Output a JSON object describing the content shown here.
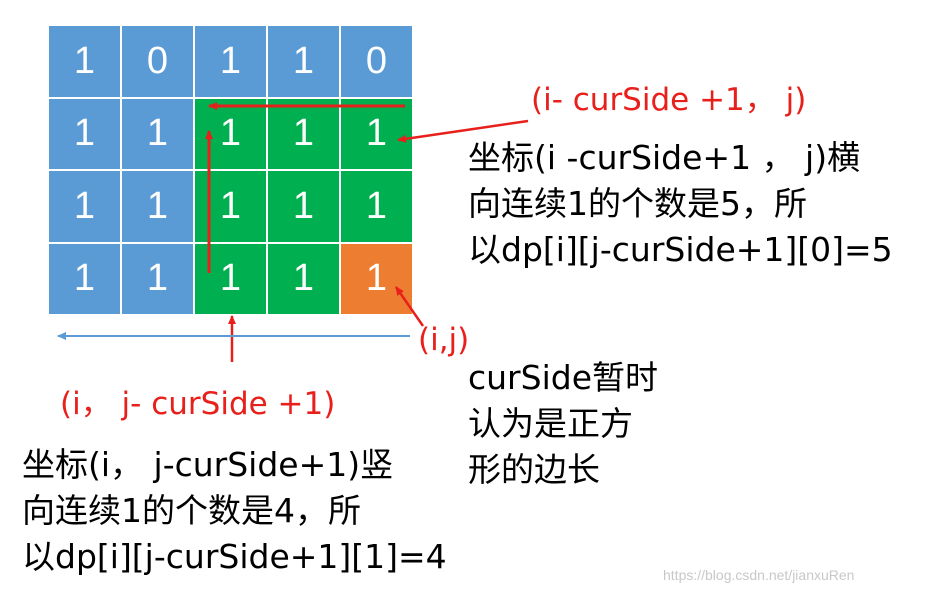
{
  "colors": {
    "blue": "#5b9bd5",
    "green": "#00b050",
    "orange": "#ed7d31",
    "red_arrow": "#e8201c",
    "blue_arrow": "#5b9bd5"
  },
  "grid": {
    "values": [
      [
        "1",
        "0",
        "1",
        "1",
        "0"
      ],
      [
        "1",
        "1",
        "1",
        "1",
        "1"
      ],
      [
        "1",
        "1",
        "1",
        "1",
        "1"
      ],
      [
        "1",
        "1",
        "1",
        "1",
        "1"
      ]
    ],
    "fills": [
      [
        "blue",
        "blue",
        "blue",
        "blue",
        "blue"
      ],
      [
        "blue",
        "blue",
        "green",
        "green",
        "green"
      ],
      [
        "blue",
        "blue",
        "green",
        "green",
        "green"
      ],
      [
        "blue",
        "blue",
        "green",
        "green",
        "orange"
      ]
    ]
  },
  "labels": {
    "top_coord": "(i- curSide +1， j)",
    "right_coord": "(i,j)",
    "bottom_coord": "(i， j- curSide +1)",
    "right_note": [
      "坐标(i -curSide+1 ， j)横",
      "向连续1的个数是5，所",
      "以dp[i][j-curSide+1][0]=5"
    ],
    "middle_note": [
      "curSide暂时",
      "认为是正方",
      "形的边长"
    ],
    "bottom_note": [
      "坐标(i， j-curSide+1)竖",
      "向连续1的个数是4，所",
      "以dp[i][j-curSide+1][1]=4"
    ],
    "watermark": "https://blog.csdn.net/jianxuRen"
  }
}
